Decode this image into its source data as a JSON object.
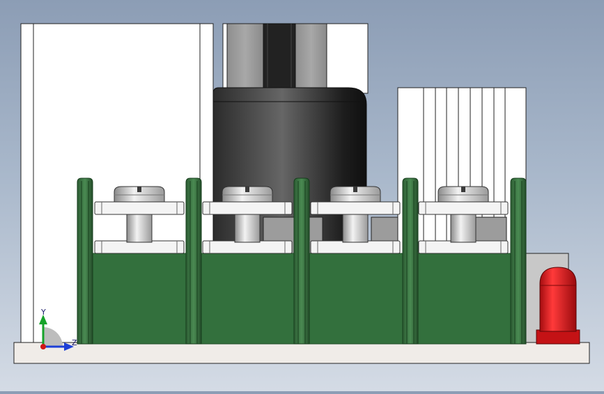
{
  "viewport": {
    "background_top": "#8c9db5",
    "background_bottom": "#d4dbe5",
    "triad": {
      "y_label": "Y",
      "z_label": "Z"
    }
  },
  "model": {
    "pcb_color": "#33703d",
    "pcb_edge_color": "#1f4d27",
    "baseplate_color": "#f0ece8",
    "capacitor_color": "#3c3c3c",
    "led_color": "#d4171b",
    "white_panel_color": "#ffffff",
    "terminal_count": 4
  }
}
